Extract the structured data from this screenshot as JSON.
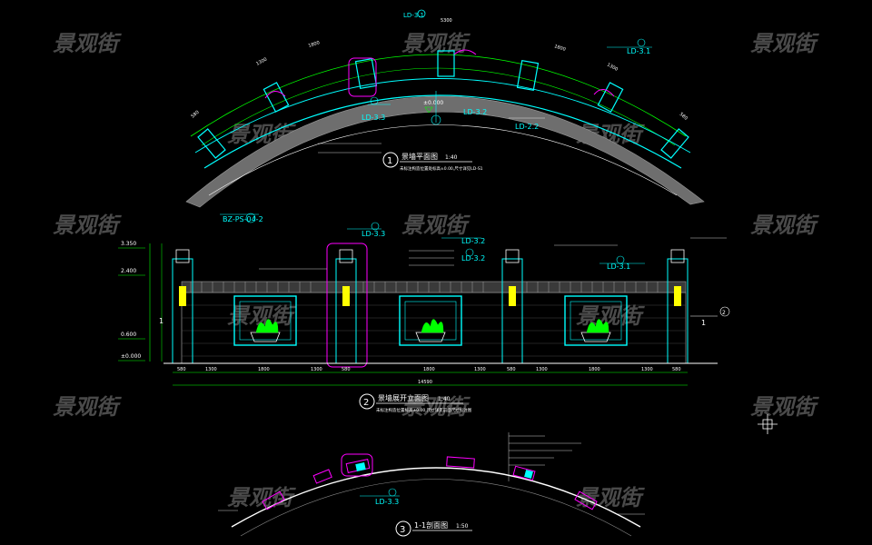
{
  "watermark": {
    "text": "景观街",
    "color": "#4a4a4a"
  },
  "colors": {
    "background": "#000000",
    "cyan": "#00ffff",
    "green": "#00ff00",
    "magenta": "#ff00ff",
    "yellow": "#ffff00",
    "white": "#ffffff",
    "grey": "#8a8a8a"
  },
  "plan": {
    "top_ref": "LD-3.1",
    "callouts": {
      "ref_31": "LD-3.1",
      "ref_33": "LD-3.3",
      "ref_32": "LD-3.2",
      "ref_22": "LD-2.2",
      "level": "±0.000",
      "sub_ref": "BZ-PS-04-2"
    },
    "title": {
      "number": "1",
      "text": "景墙平面图",
      "scale": "1:40",
      "note": "未标注构造位置处标高±0.00,尺寸详见LD-S1"
    }
  },
  "elevation": {
    "callouts": {
      "ref_33": "LD-3.3",
      "ref_32a": "LD-3.2",
      "ref_32b": "LD-3.2",
      "ref_31": "LD-3.1",
      "section_mark": "1",
      "section_mark_right": "1",
      "circle_right": "2"
    },
    "levels": [
      "3.350",
      "2.400",
      "0.600",
      "±0.000"
    ],
    "dims_bottom": [
      "580",
      "1300",
      "1800",
      "1300",
      "580",
      "1800",
      "1300",
      "580",
      "1300",
      "1800",
      "1300",
      "580"
    ],
    "total": "14590",
    "title": {
      "number": "2",
      "text": "景墙展开立面图",
      "scale": "1:40",
      "note": "未标注构造位置标高±0.00,尺寸详见前面尺寸标注图"
    }
  },
  "section": {
    "callouts": {
      "ref_33": "LD-3.3"
    },
    "title": {
      "number": "3",
      "text": "1-1剖面图",
      "scale": "1:50"
    }
  }
}
